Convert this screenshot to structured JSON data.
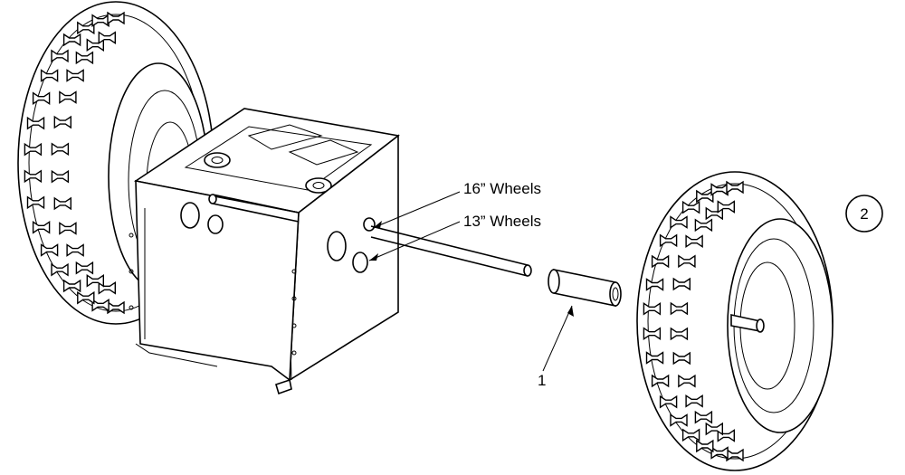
{
  "callouts": {
    "wheels_16": "16” Wheels",
    "wheels_13": "13” Wheels",
    "part_1": "1",
    "part_2": "2"
  },
  "colors": {
    "line": "#000000",
    "background": "#ffffff"
  }
}
